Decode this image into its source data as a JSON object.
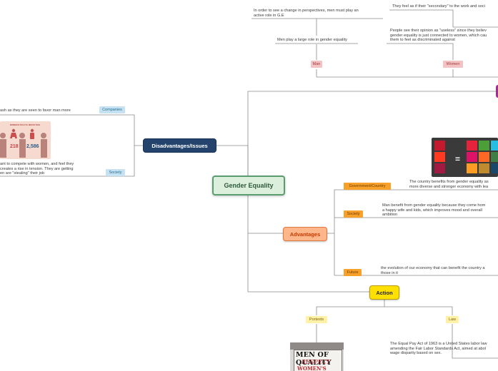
{
  "central": {
    "label": "Gender Equality"
  },
  "disadvantages": {
    "label": "Disadvantages/Issues",
    "branches": [
      {
        "tag": "Companies",
        "text": "ash as they are seen to favor man more"
      },
      {
        "tag": "Society",
        "text": "ant to compete with women, and feel they\ncreates a rise in tension. They are getting\nen are \"stealing\" their job"
      }
    ],
    "infographic": {
      "heading": "WOMEN IN TECH VS. MEN IN TECH",
      "values": [
        "218",
        "2,586"
      ]
    }
  },
  "top": {
    "men_texts": [
      "In order to see a change in perspectives, men must play an\nactive role in G.E",
      "Men play a large role in gender equality"
    ],
    "women_texts": [
      "They feel as if their \"secondary\" to the work and soci",
      "People see their opinion as \"useless\" since they believ\ngender equality is just connected to women, which cau\nthem to feel as discriminated against"
    ],
    "tags": {
      "men": "Man",
      "women": "Women"
    }
  },
  "advantages": {
    "label": "Advantages",
    "tags": {
      "government": "Government/Country",
      "society": "Society",
      "future": "Future"
    },
    "texts": {
      "government": "The country benefits from gender equality as\nmore diverse and stronger economy with lea",
      "society": "Man benefit from gender equality because they come hom\na happy wife and kids, which improves mood and overall\nambition",
      "future": "the evolution of our economy that can benefit the country a\nthose in it"
    }
  },
  "action": {
    "label": "Action",
    "tags": {
      "protests": "Portests",
      "law": "Law"
    },
    "law_text": "The Equal Pay Act of 1963 is a United States labor law\namending the Fair Labor Standards Act, aimed at abol\nwage disparity based on sex.",
    "photo_sign": {
      "line1": "MEN OF QUALITY",
      "line2": "RESPECT",
      "line3": "WOMEN'S EQUALITY"
    }
  },
  "colors": {
    "central_border": "#5a9e6f",
    "disadvantages_bg": "#24446e",
    "advantages_bg": "#ffb68a",
    "action_bg": "#ffe000",
    "line": "#8a8a8a"
  }
}
